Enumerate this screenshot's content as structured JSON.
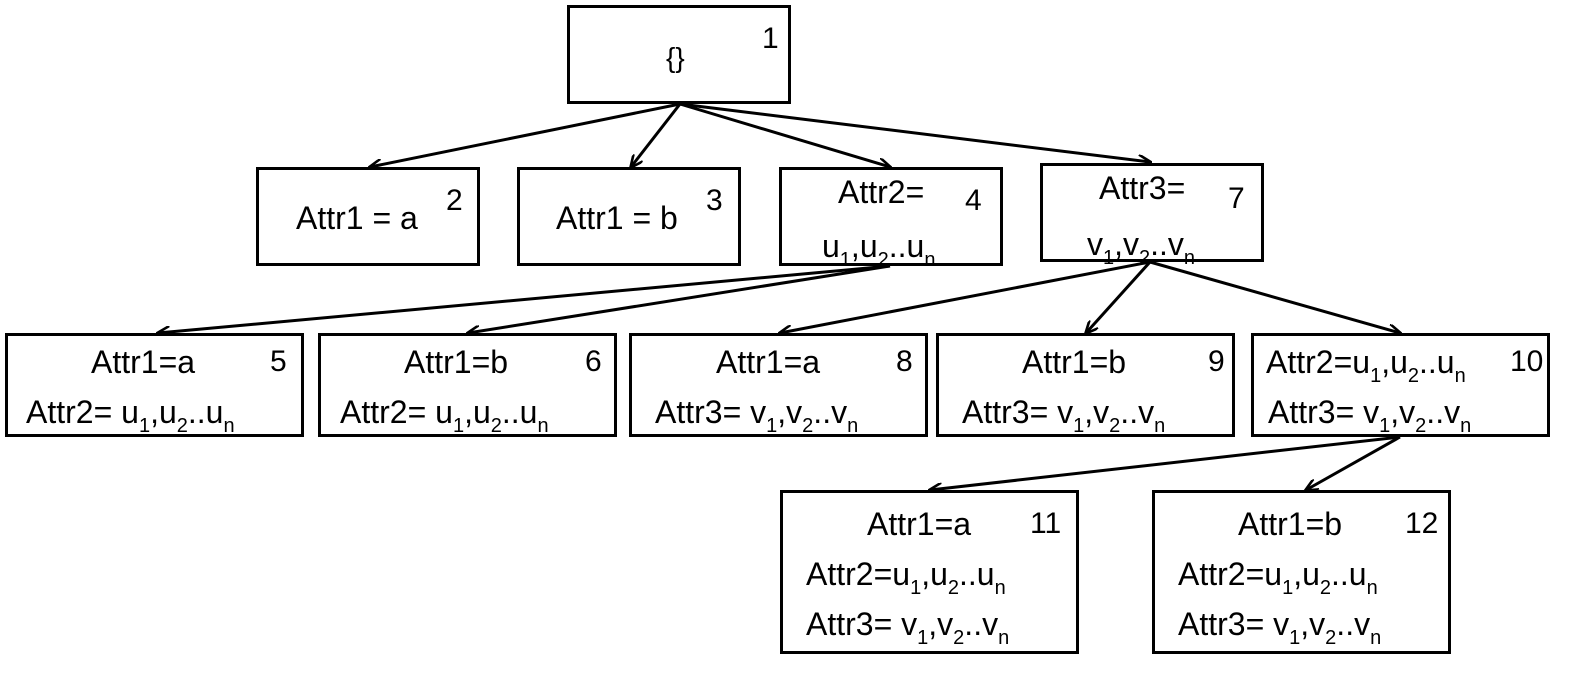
{
  "nodes": [
    {
      "id": "1",
      "lines": [
        [
          {
            "t": "{}"
          }
        ]
      ]
    },
    {
      "id": "2",
      "lines": [
        [
          {
            "t": "Attr1 = a"
          }
        ]
      ]
    },
    {
      "id": "3",
      "lines": [
        [
          {
            "t": "Attr1 = b"
          }
        ]
      ]
    },
    {
      "id": "4",
      "lines": [
        [
          {
            "t": "Attr2="
          }
        ],
        [
          {
            "t": "u"
          },
          {
            "s": "1"
          },
          {
            "t": ",u"
          },
          {
            "s": "2"
          },
          {
            "t": "..u"
          },
          {
            "s": "n"
          }
        ]
      ]
    },
    {
      "id": "7",
      "lines": [
        [
          {
            "t": "Attr3="
          }
        ],
        [
          {
            "t": "v"
          },
          {
            "s": "1"
          },
          {
            "t": ",v"
          },
          {
            "s": "2"
          },
          {
            "t": "..v"
          },
          {
            "s": "n"
          }
        ]
      ]
    },
    {
      "id": "5",
      "lines": [
        [
          {
            "t": "Attr1=a"
          }
        ],
        [
          {
            "t": "Attr2= u"
          },
          {
            "s": "1"
          },
          {
            "t": ",u"
          },
          {
            "s": "2"
          },
          {
            "t": "..u"
          },
          {
            "s": "n"
          }
        ]
      ]
    },
    {
      "id": "6",
      "lines": [
        [
          {
            "t": "Attr1=b"
          }
        ],
        [
          {
            "t": "Attr2= u"
          },
          {
            "s": "1"
          },
          {
            "t": ",u"
          },
          {
            "s": "2"
          },
          {
            "t": "..u"
          },
          {
            "s": "n"
          }
        ]
      ]
    },
    {
      "id": "8",
      "lines": [
        [
          {
            "t": "Attr1=a"
          }
        ],
        [
          {
            "t": "Attr3= v"
          },
          {
            "s": "1"
          },
          {
            "t": ",v"
          },
          {
            "s": "2"
          },
          {
            "t": "..v"
          },
          {
            "s": "n"
          }
        ]
      ]
    },
    {
      "id": "9",
      "lines": [
        [
          {
            "t": "Attr1=b"
          }
        ],
        [
          {
            "t": "Attr3= v"
          },
          {
            "s": "1"
          },
          {
            "t": ",v"
          },
          {
            "s": "2"
          },
          {
            "t": "..v"
          },
          {
            "s": "n"
          }
        ]
      ]
    },
    {
      "id": "10",
      "lines": [
        [
          {
            "t": "Attr2=u"
          },
          {
            "s": "1"
          },
          {
            "t": ",u"
          },
          {
            "s": "2"
          },
          {
            "t": "..u"
          },
          {
            "s": "n"
          }
        ],
        [
          {
            "t": "Attr3= v"
          },
          {
            "s": "1"
          },
          {
            "t": ",v"
          },
          {
            "s": "2"
          },
          {
            "t": "..v"
          },
          {
            "s": "n"
          }
        ]
      ]
    },
    {
      "id": "11",
      "lines": [
        [
          {
            "t": "Attr1=a"
          }
        ],
        [
          {
            "t": "Attr2=u"
          },
          {
            "s": "1"
          },
          {
            "t": ",u"
          },
          {
            "s": "2"
          },
          {
            "t": "..u"
          },
          {
            "s": "n"
          }
        ],
        [
          {
            "t": "Attr3= v"
          },
          {
            "s": "1"
          },
          {
            "t": ",v"
          },
          {
            "s": "2"
          },
          {
            "t": "..v"
          },
          {
            "s": "n"
          }
        ]
      ]
    },
    {
      "id": "12",
      "lines": [
        [
          {
            "t": "Attr1=b"
          }
        ],
        [
          {
            "t": "Attr2=u"
          },
          {
            "s": "1"
          },
          {
            "t": ",u"
          },
          {
            "s": "2"
          },
          {
            "t": "..u"
          },
          {
            "s": "n"
          }
        ],
        [
          {
            "t": "Attr3= v"
          },
          {
            "s": "1"
          },
          {
            "t": ",v"
          },
          {
            "s": "2"
          },
          {
            "t": "..v"
          },
          {
            "s": "n"
          }
        ]
      ]
    }
  ],
  "edges": [
    [
      "1",
      "2"
    ],
    [
      "1",
      "3"
    ],
    [
      "1",
      "4"
    ],
    [
      "1",
      "7"
    ],
    [
      "4",
      "5"
    ],
    [
      "4",
      "6"
    ],
    [
      "7",
      "8"
    ],
    [
      "7",
      "9"
    ],
    [
      "7",
      "10"
    ],
    [
      "10",
      "11"
    ],
    [
      "10",
      "12"
    ]
  ]
}
